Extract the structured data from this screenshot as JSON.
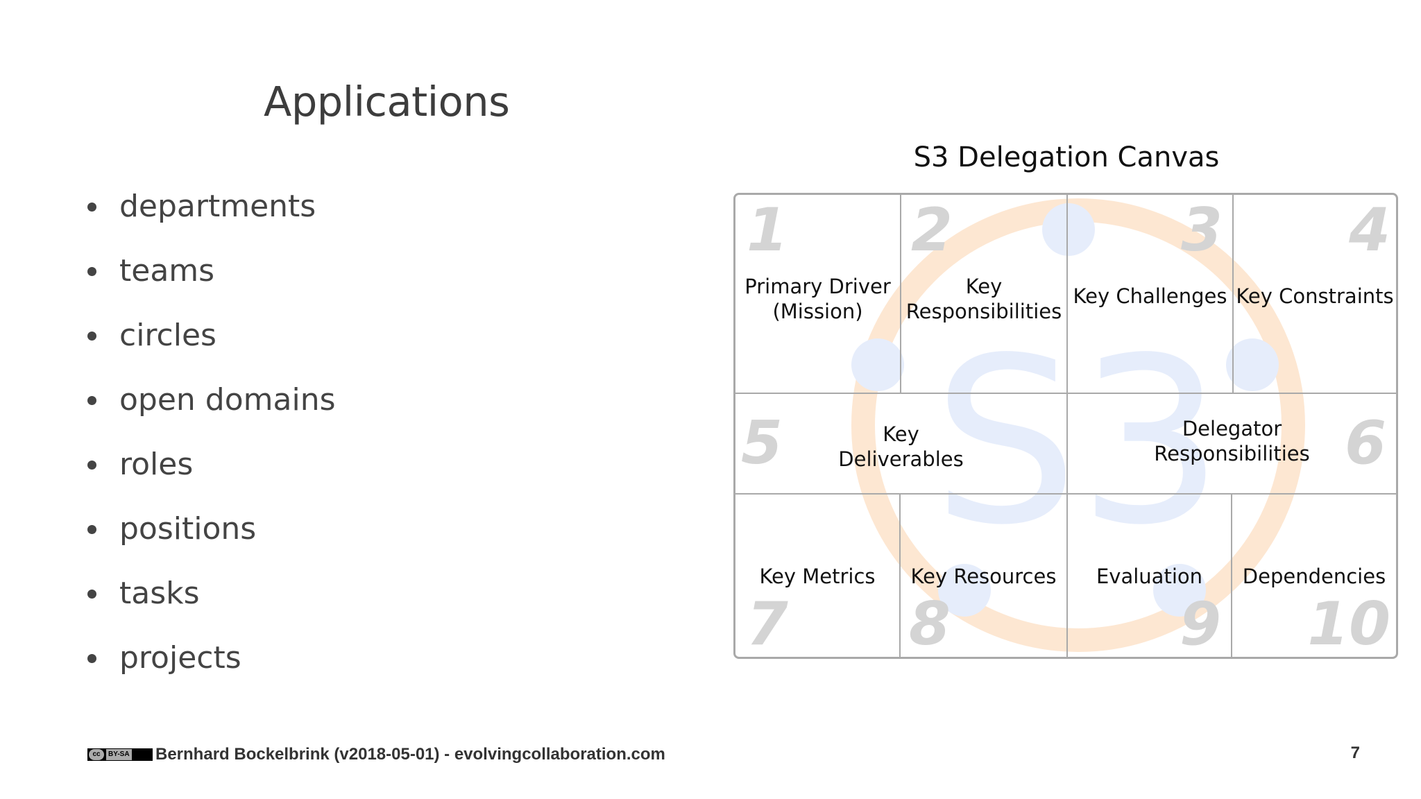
{
  "slide": {
    "title": "Applications",
    "bullets": [
      "departments",
      "teams",
      "circles",
      "open domains",
      "roles",
      "positions",
      "tasks",
      "projects"
    ]
  },
  "canvas": {
    "title": "S3 Delegation Canvas",
    "background_logo_text": "S3",
    "cells": [
      {
        "number": "1",
        "label": "Primary Driver\n(Mission)"
      },
      {
        "number": "2",
        "label": "Key\nResponsibilities"
      },
      {
        "number": "3",
        "label": "Key Challenges"
      },
      {
        "number": "4",
        "label": "Key Constraints"
      },
      {
        "number": "5",
        "label": "Key\nDeliverables"
      },
      {
        "number": "6",
        "label": "Delegator\nResponsibilities"
      },
      {
        "number": "7",
        "label": "Key Metrics"
      },
      {
        "number": "8",
        "label": "Key Resources"
      },
      {
        "number": "9",
        "label": "Evaluation"
      },
      {
        "number": "10",
        "label": "Dependencies"
      }
    ]
  },
  "footer": {
    "license_badge": "BY-SA",
    "credit": "Bernhard Bockelbrink (v2018-05-01) - evolvingcollaboration.com",
    "page_number": "7"
  },
  "colors": {
    "logo_orange": "#fde7d2",
    "logo_blue": "#e6edfb",
    "grid_border": "#a9a9a9",
    "cell_number": "#d4d4d4"
  }
}
